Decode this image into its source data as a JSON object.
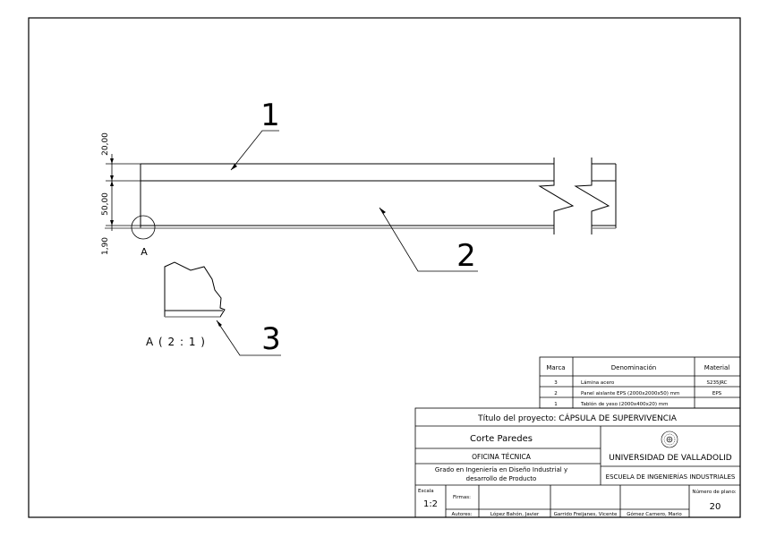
{
  "drawing": {
    "dimensions": [
      "20,00",
      "50,00",
      "1,90"
    ],
    "callouts": [
      "1",
      "2",
      "3"
    ],
    "detail_marker": "A",
    "detail_label": "A ( 2 : 1 )"
  },
  "bom": {
    "headers": {
      "marca": "Marca",
      "denominacion": "Denominación",
      "material": "Material"
    },
    "rows": [
      {
        "marca": "3",
        "denominacion": "Lámina acero",
        "material": "S235JRC"
      },
      {
        "marca": "2",
        "denominacion": "Panel aislante EPS (2000x2000x50) mm",
        "material": "EPS"
      },
      {
        "marca": "1",
        "denominacion": "Tablón de yeso (2000x400x20) mm",
        "material": ""
      }
    ]
  },
  "title_block": {
    "project_title": "Título del proyecto: CÁPSULA DE SUPERVIVENCIA",
    "drawing_name": "Corte Paredes",
    "office": "OFICINA TÉCNICA",
    "degree_line1": "Grado en Ingeniería en Diseño Industrial y",
    "degree_line2": "desarrollo de Producto",
    "university": "UNIVERSIDAD DE VALLADOLID",
    "school": "ESCUELA DE INGENIERÍAS INDUSTRIALES",
    "scale_label": "Escala",
    "scale_value": "1:2",
    "firmas_label": "Firmas:",
    "autores_label": "Autores:",
    "authors": [
      "López Bahón, Javier",
      "Garrido Freijanes, Vicente",
      "Gómez Carnero, Mario"
    ],
    "plan_number_label": "Número de plano:",
    "plan_number": "20"
  }
}
